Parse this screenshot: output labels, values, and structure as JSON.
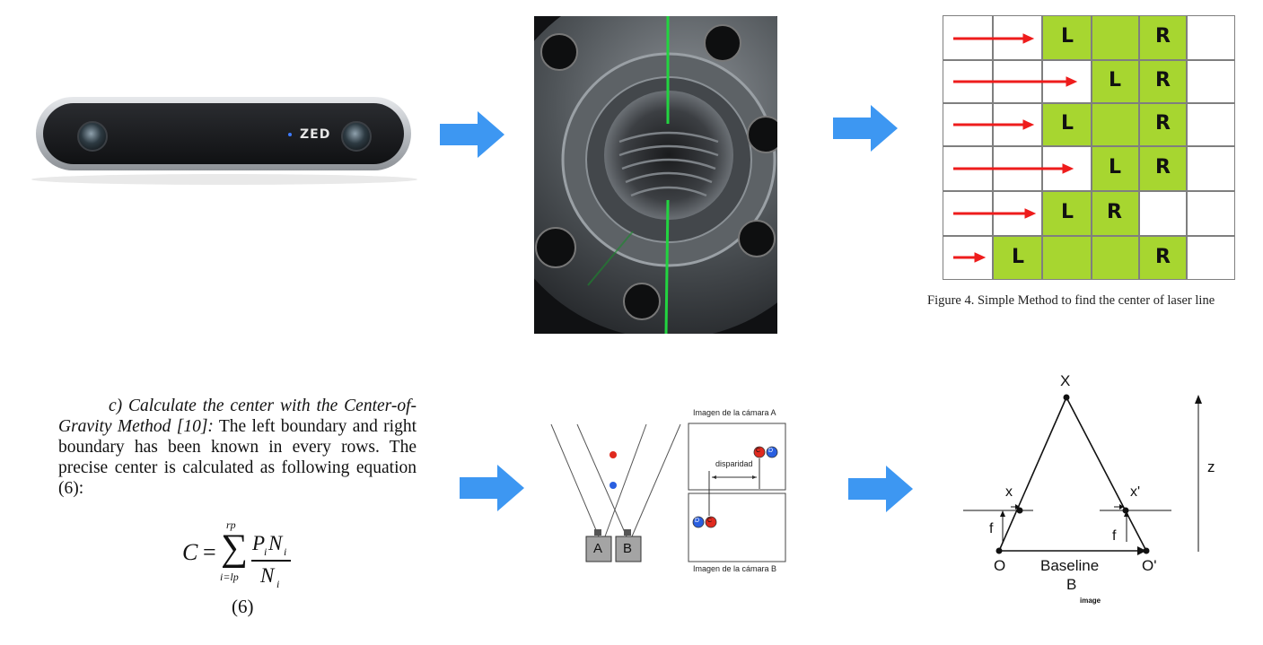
{
  "camera": {
    "brand": "ZED"
  },
  "grid_figure": {
    "cell_labels": [
      "L",
      "R"
    ],
    "caption": "Figure 4. Simple Method to find the center of laser line"
  },
  "text_block": {
    "heading": "c) Calculate the center with the Center-of-Gravity Method [10]:",
    "body": " The left boundary and right boundary has been known in every rows. The precise center is calculated as following equation (6):",
    "eq_C": "C",
    "eq_equals": "=",
    "eq_sum": "∑",
    "eq_upper": "rp",
    "eq_lower": "i=lp",
    "eq_num_P": "P",
    "eq_num_i1": "i",
    "eq_num_N": "N",
    "eq_num_i2": "i",
    "eq_den_N": "N",
    "eq_den_i": "i",
    "eq_number": "(6)"
  },
  "stereo_figure": {
    "camera_a_title": "Imagen de la cámara A",
    "camera_b_title": "Imagen de la cámara B",
    "disparity_label": "disparidad",
    "camera_a_label": "A",
    "camera_b_label": "B",
    "point_c": "C",
    "point_d": "D"
  },
  "triangulation_figure": {
    "point_x": "X",
    "axis_z": "z",
    "image_x_left": "x",
    "image_x_right": "x'",
    "focal_left": "f",
    "focal_right": "f",
    "origin_left": "O",
    "origin_right": "O'",
    "baseline_label": "Baseline",
    "baseline_symbol": "B",
    "baseline_sub": "image"
  },
  "colors": {
    "flow_arrow": "#3d97f2",
    "grid_fill": "#a7d630",
    "laser_arrow": "#ee1c1c",
    "laser_line": "#22d440",
    "red_point": "#e02a1f",
    "blue_point": "#2a5fe0"
  },
  "icons": [
    "zed-stereo-camera",
    "flow-arrow-icon"
  ]
}
